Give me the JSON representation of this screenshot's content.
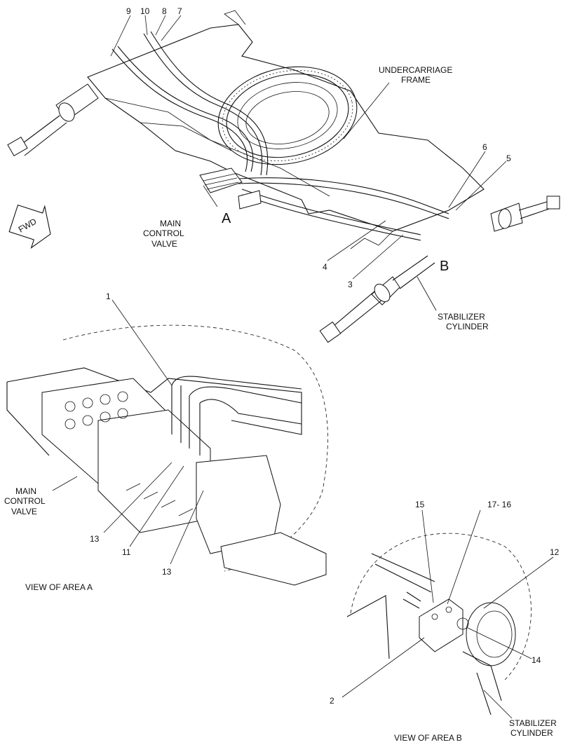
{
  "callouts": {
    "c9": "9",
    "c10": "10",
    "c8": "8",
    "c7": "7",
    "c6": "6",
    "c5": "5",
    "c4": "4",
    "c3": "3",
    "c1": "1",
    "c13a": "13",
    "c11": "11",
    "c13b": "13",
    "c15": "15",
    "c17_16": "17- 16",
    "c12": "12",
    "c14": "14",
    "c2": "2"
  },
  "labels": {
    "undercarriage_1": "UNDERCARRIAGE",
    "undercarriage_2": "FRAME",
    "main_valve_top_1": "MAIN",
    "main_valve_top_2": "CONTROL",
    "main_valve_top_3": "VALVE",
    "area_a": "A",
    "area_b": "B",
    "stab_top_1": "STABILIZER",
    "stab_top_2": "CYLINDER",
    "fwd": "FWD",
    "main_valve_a_1": "MAIN",
    "main_valve_a_2": "CONTROL",
    "main_valve_a_3": "VALVE",
    "view_a": "VIEW OF AREA A",
    "view_b": "VIEW OF AREA B",
    "stab_b_1": "STABILIZER",
    "stab_b_2": "CYLINDER"
  }
}
